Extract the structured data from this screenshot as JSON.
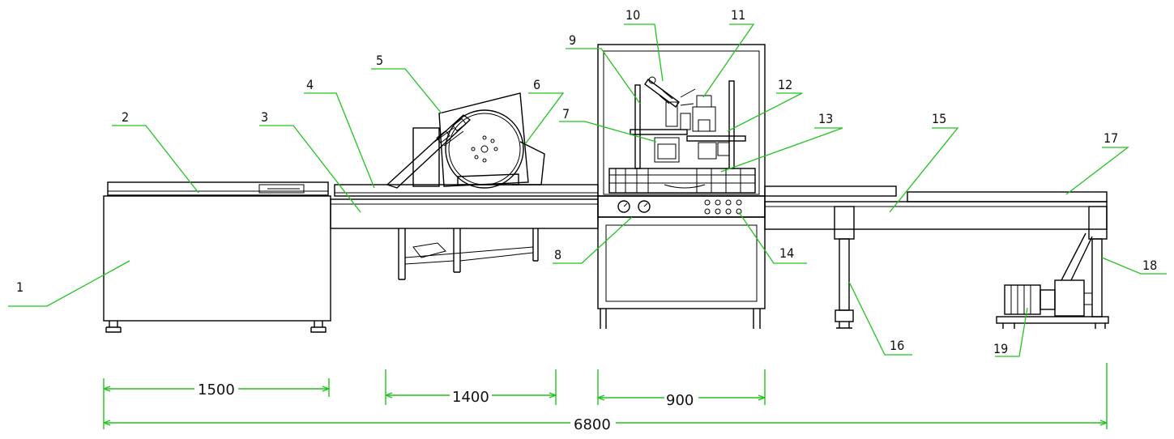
{
  "labels": [
    "1",
    "2",
    "3",
    "4",
    "5",
    "6",
    "7",
    "8",
    "9",
    "10",
    "11",
    "12",
    "13",
    "14",
    "15",
    "16",
    "17",
    "18",
    "19"
  ],
  "dimensions": {
    "d1500": "1500",
    "d1400": "1400",
    "d900": "900",
    "d6800": "6800"
  },
  "colors": {
    "line": "#000000",
    "leader": "#22c31f",
    "background": "#ffffff"
  }
}
